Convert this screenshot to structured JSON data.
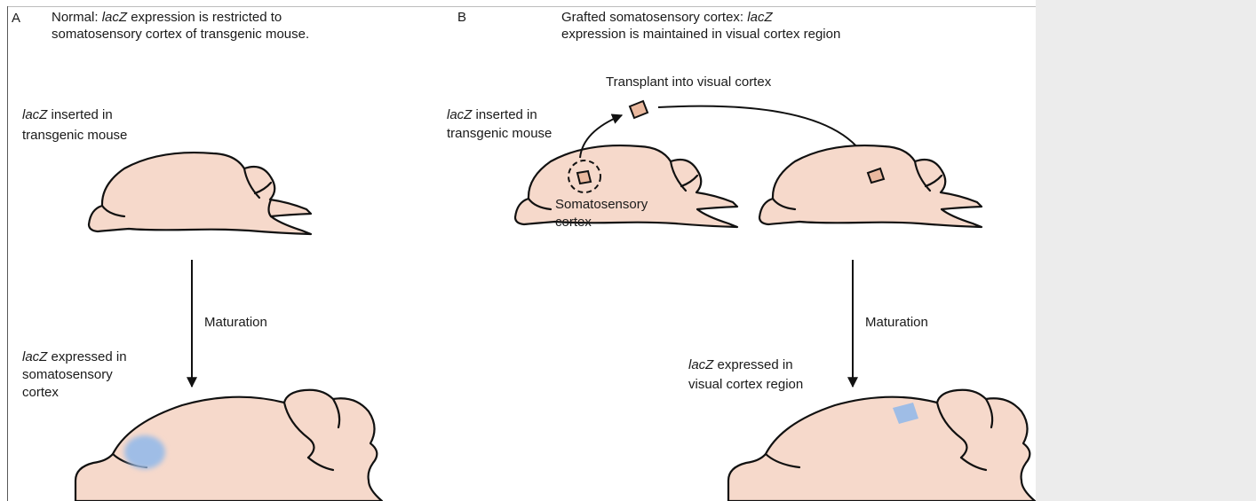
{
  "panel_a": {
    "letter": "A",
    "title_line1_prefix": "Normal: ",
    "title_line1_gene": "lacZ",
    "title_line1_suffix": " expression is restricted to",
    "title_line2": "somatosensory cortex of transgenic mouse.",
    "inserted_gene": "lacZ",
    "inserted_line1_suffix": " inserted in",
    "inserted_line2": "transgenic mouse",
    "maturation_label": "Maturation",
    "expressed_gene": "lacZ",
    "expressed_line1_suffix": " expressed in",
    "expressed_line2": "somatosensory",
    "expressed_line3": "cortex"
  },
  "panel_b": {
    "letter": "B",
    "title_line1_prefix": "Grafted somatosensory cortex: ",
    "title_line1_gene": "lacZ",
    "title_line2": "expression is maintained in visual cortex region",
    "transplant_label": "Transplant into visual cortex",
    "inserted_gene": "lacZ",
    "inserted_line1_suffix": " inserted in",
    "inserted_line2": "transgenic mouse",
    "somatosensory_line1": "Somatosensory",
    "somatosensory_line2": "cortex",
    "maturation_label": "Maturation",
    "expressed_gene": "lacZ",
    "expressed_line1_suffix": " expressed in",
    "expressed_line2": "visual cortex region"
  },
  "colors": {
    "brain_fill": "#f6d9cb",
    "graft_fill": "#eab99f",
    "lacz_blue": "#9fbde6",
    "outline": "#111111",
    "side_panel": "#ececec"
  }
}
